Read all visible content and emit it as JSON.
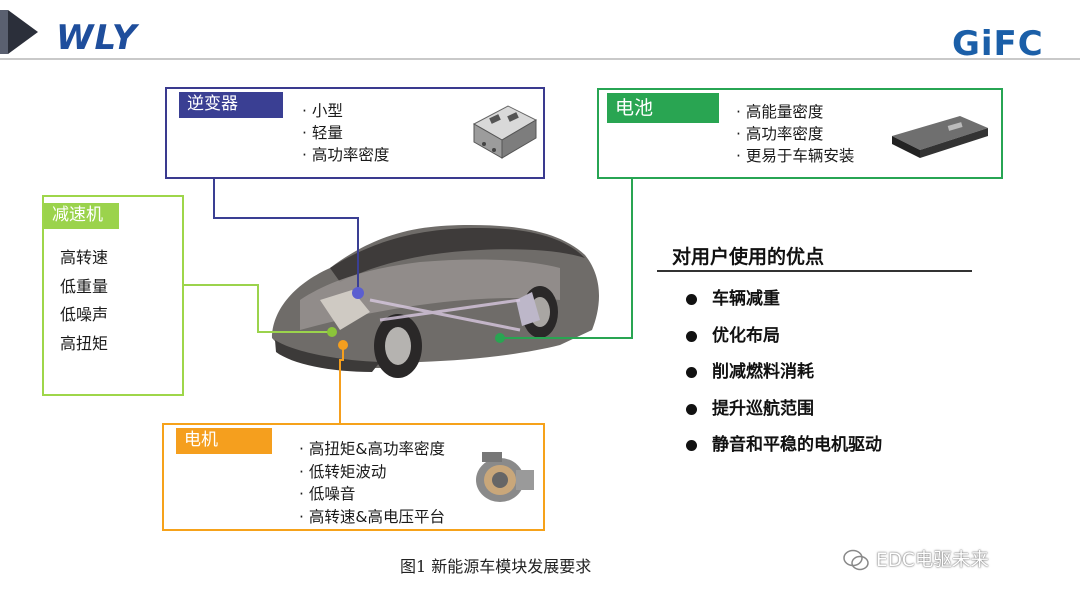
{
  "header": {
    "left_logo": "WLY",
    "right_logo": "GiFC"
  },
  "modules": {
    "inverter": {
      "title": "逆变器",
      "features": [
        "· 小型",
        "· 轻量",
        "· 高功率密度"
      ],
      "color": "#3a3f93",
      "icon": "inverter-unit-icon"
    },
    "battery": {
      "title": "电池",
      "features": [
        "· 高能量密度",
        "· 高功率密度",
        "· 更易于车辆安装"
      ],
      "color": "#29a552",
      "icon": "battery-pack-icon"
    },
    "reducer": {
      "title": "减速机",
      "features": [
        "高转速",
        "低重量",
        "低噪声",
        "高扭矩"
      ],
      "color": "#9bd34c"
    },
    "motor": {
      "title": "电机",
      "features": [
        "· 高扭矩&高功率密度",
        "· 低转矩波动",
        "· 低噪音",
        "· 高转速&高电压平台"
      ],
      "color": "#f59f1e",
      "icon": "electric-motor-icon"
    }
  },
  "advantages": {
    "title": "对用户使用的优点",
    "items": [
      "车辆减重",
      "优化布局",
      "削减燃料消耗",
      "提升巡航范围",
      "静音和平稳的电机驱动"
    ]
  },
  "caption": "图1  新能源车模块发展要求",
  "watermark": "EDC电驱未来"
}
